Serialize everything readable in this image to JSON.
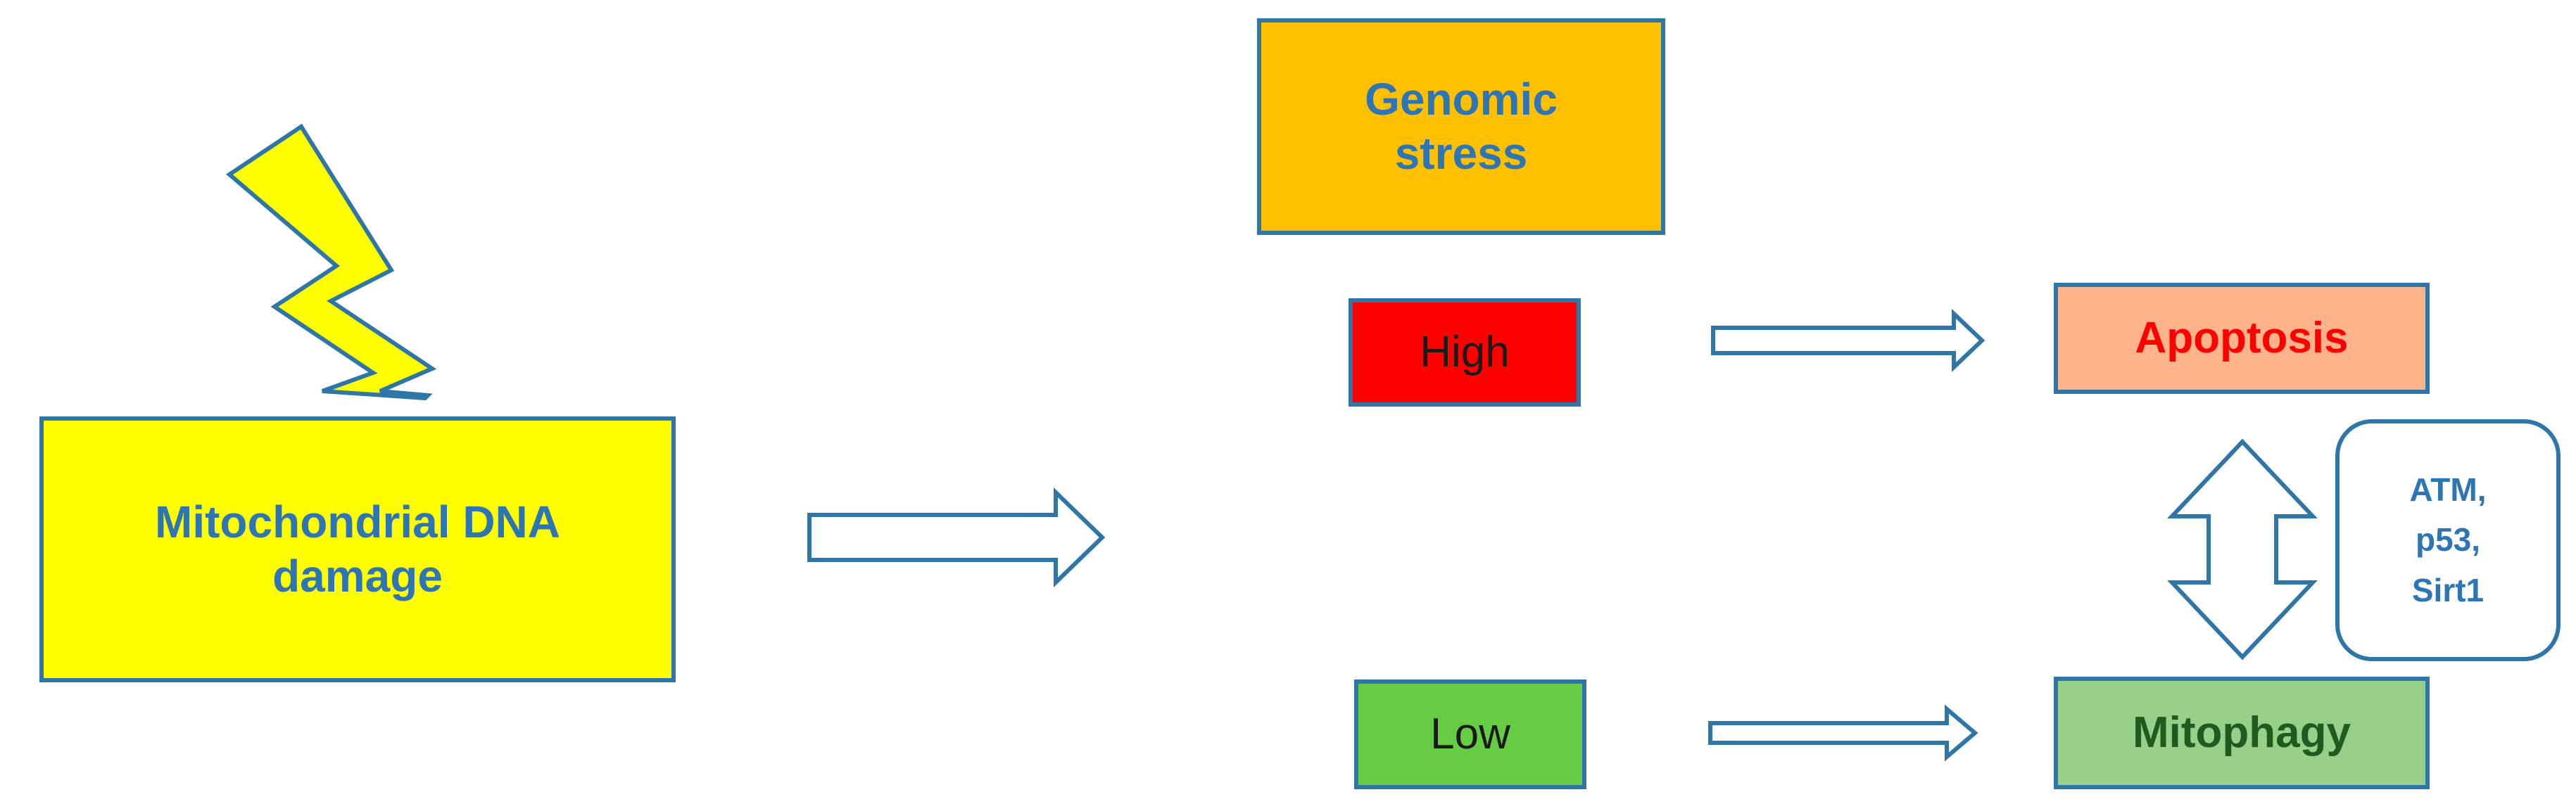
{
  "diagram": {
    "mtdna_damage": {
      "line1": "Mitochondrial DNA",
      "line2": "damage"
    },
    "genomic_stress": {
      "line1": "Genomic",
      "line2": "stress"
    },
    "high": {
      "label": "High"
    },
    "low": {
      "label": "Low"
    },
    "apoptosis": {
      "label": "Apoptosis"
    },
    "mitophagy": {
      "label": "Mitophagy"
    },
    "regulators": {
      "line1": "ATM,",
      "line2": "p53,",
      "line3": "Sirt1"
    }
  },
  "colors": {
    "outline": "#2e75a8",
    "text_blue": "#2e75b6",
    "lightning_fill": "#ffff00",
    "mtdna_fill": "#ffff00",
    "genomic_fill": "#ffc000",
    "high_fill": "#ff0000",
    "low_fill": "#66cc44",
    "apoptosis_fill": "#ffb38a",
    "apoptosis_text": "#ff0000",
    "mitophagy_fill": "#98d08a",
    "mitophagy_text": "#1f5a1f"
  },
  "icons": {
    "damage_symbol": "lightning-bolt-icon",
    "flow_arrow": "arrow-right-icon",
    "bidirectional_arrow": "double-arrow-vertical-icon"
  }
}
